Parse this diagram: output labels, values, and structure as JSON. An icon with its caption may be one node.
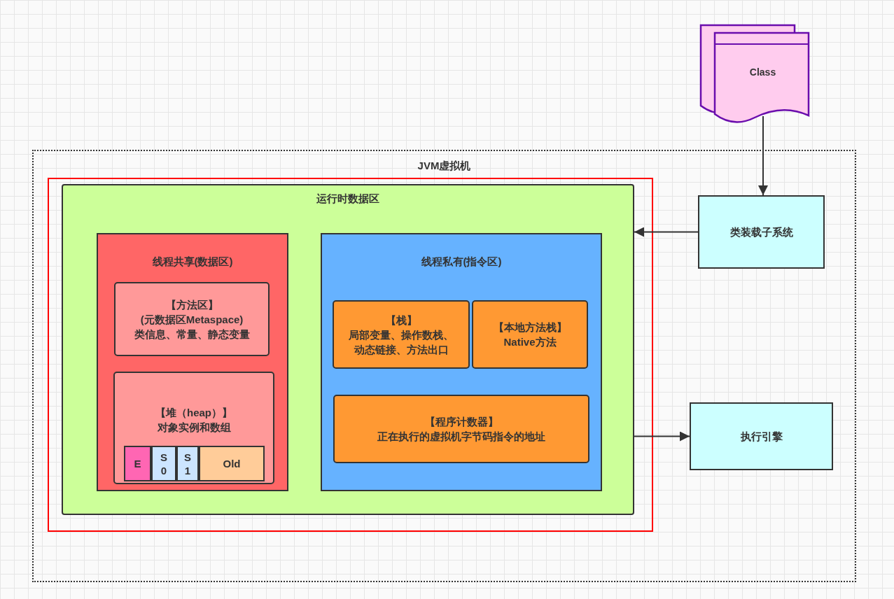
{
  "diagram": {
    "nodes": [
      {
        "text": [
          "JVM虚拟机"
        ]
      },
      {
        "text": [],
        "shape": "box",
        "in": 0
      },
      {
        "text": [
          "运行时数据区"
        ],
        "in": 1
      },
      {
        "text": [
          "线程共享(数据区)"
        ],
        "in": 2
      },
      {
        "text": [
          "【方法区】",
          "(元数据区Metaspace)",
          "类信息、常量、静态变量"
        ],
        "in": 3
      },
      {
        "text": [
          "【堆（heap）】",
          "对象实例和数组"
        ],
        "in": 3
      },
      {
        "text": [
          "E"
        ],
        "in": 5
      },
      {
        "text": [
          "S0"
        ],
        "in": 5
      },
      {
        "text": [
          "S1"
        ],
        "in": 5
      },
      {
        "text": [
          "Old"
        ],
        "in": 5
      },
      {
        "text": [
          "线程私有(指令区)"
        ],
        "in": 2
      },
      {
        "text": [
          "【栈】",
          "局部变量、操作数栈、动态链接、方法出口"
        ],
        "in": 10
      },
      {
        "text": [
          "【本地方法栈】",
          "Native方法"
        ],
        "in": 10
      },
      {
        "text": [
          "【程序计数器】",
          "正在执行的虚拟机字节码指令的地址"
        ],
        "in": 10
      },
      {
        "text": [
          "类装载子系统"
        ],
        "in": 0
      },
      {
        "text": [
          "执行引擎"
        ],
        "in": 0
      },
      {
        "text": [
          "Class"
        ]
      }
    ],
    "edges": [
      {
        "from": 16,
        "to": 14,
        "arrow": "to"
      },
      {
        "from": 14,
        "to": 2,
        "arrow": "to"
      },
      {
        "from": 2,
        "to": 15,
        "arrow": "to"
      }
    ]
  }
}
